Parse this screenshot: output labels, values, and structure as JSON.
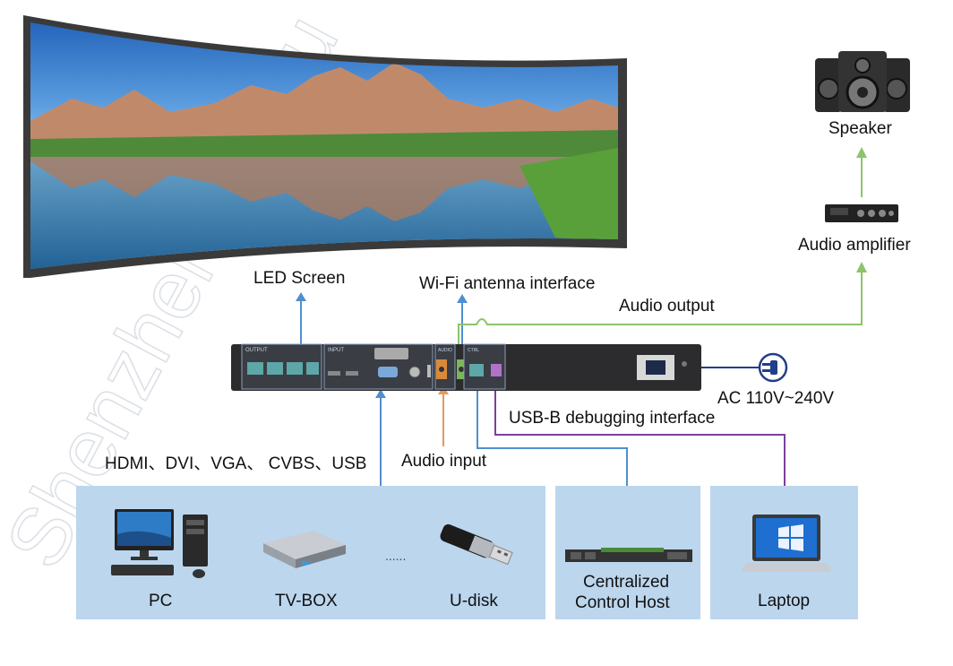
{
  "labels": {
    "led_screen": "LED Screen",
    "wifi": "Wi-Fi antenna interface",
    "audio_output": "Audio output",
    "speaker": "Speaker",
    "amplifier": "Audio amplifier",
    "ac_power": "AC 110V~240V",
    "usb_b": "USB-B debugging interface",
    "inputs": "HDMI、DVI、VGA、 CVBS、USB",
    "audio_input": "Audio input"
  },
  "devices": {
    "pc": "PC",
    "tvbox": "TV-BOX",
    "udisk": "U-disk",
    "ellipsis": "......",
    "control_host_line1": "Centralized",
    "control_host_line2": "Control Host",
    "laptop": "Laptop"
  },
  "panel_labels": {
    "output": "OUTPUT",
    "input": "INPUT",
    "audio": "AUDIO",
    "ctrl": "CTRL"
  },
  "watermark": "Shenzhen Huidu Technology",
  "colors": {
    "blue_line": "#4f8fd0",
    "green_line": "#8cc46b",
    "orange_line": "#e59a5a",
    "purple_line": "#7d3f98",
    "navy_line": "#1f3f8a",
    "panel_bg": "#bcd6ee"
  }
}
